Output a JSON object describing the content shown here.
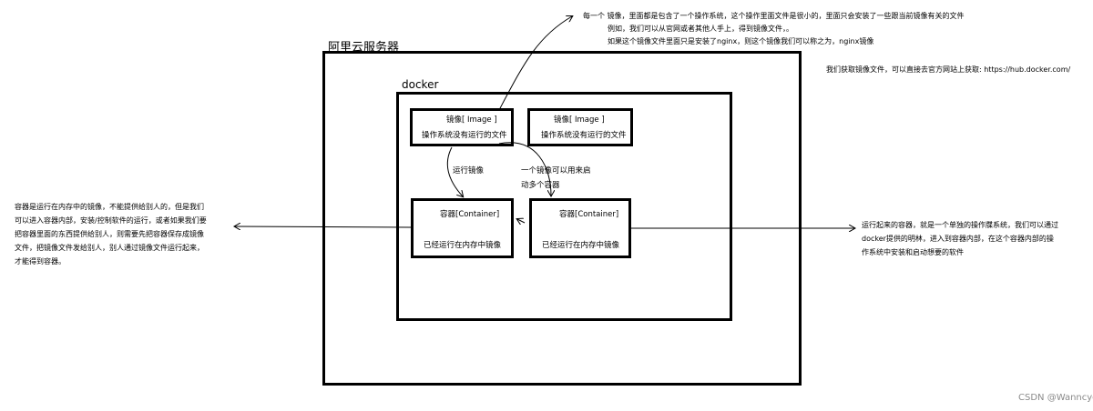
{
  "server": {
    "title": "阿里云服务器"
  },
  "docker": {
    "title": "docker"
  },
  "images": [
    {
      "title": "镜像[ Image ]",
      "desc": "操作系统没有运行的文件"
    },
    {
      "title": "镜像[ Image ]",
      "desc": "操作系统没有运行的文件"
    }
  ],
  "containers": [
    {
      "title": "容器[Container]",
      "desc": "已经运行在内存中镜像"
    },
    {
      "title": "容器[Container]",
      "desc": "已经运行在内存中镜像"
    }
  ],
  "arrows": {
    "run_image": "运行镜像",
    "one_image_many": [
      "一个镜像可以用来启",
      "动多个容器"
    ]
  },
  "notes": {
    "image_note": [
      "每一个 镜像，里面都是包含了一个操作系统，这个操作里面文件是很小的，里面只会安装了一些跟当前镜像有关的文件",
      "例如，我们可以从官网或者其他人手上，得到镜像文件，。",
      "如果这个镜像文件里面只是安装了nginx，则这个镜像我们可以称之为，nginx镜像"
    ],
    "hub_note": "我们获取镜像文件，可以直接去官方网站上获取: https://hub.docker.com/",
    "container_left_note": [
      "容器是运行在内存中的镜像，不能提供给别人的，但是我们",
      "可以进入容器内部，安装/控制软件的运行，或者如果我们要",
      "把容器里面的东西提供给别人，则需要先把容器保存成镜像",
      "文件，把镜像文件发给别人，别人通过镜像文件运行起来，",
      "才能得到容器。"
    ],
    "container_right_note": [
      "运行起来的容器，就是一个单独的操作牒系统，我们可以通过",
      "docker提供的明林，进入到容器内部，在这个容器内部的操",
      "作系统中安装和启动想要的软件"
    ]
  },
  "watermark": "CSDN @Wanncye"
}
